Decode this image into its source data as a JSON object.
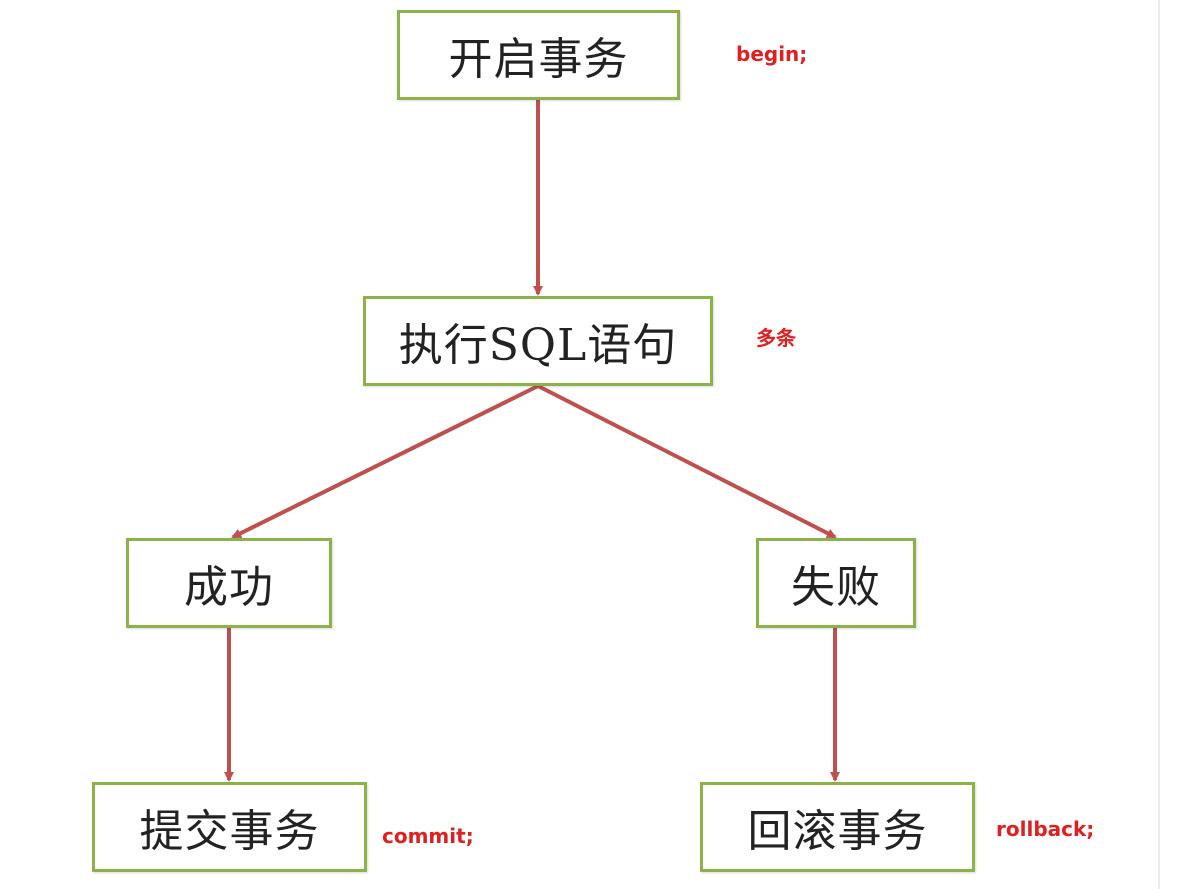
{
  "nodes": {
    "begin_transaction": "开启事务",
    "execute_sql": "执行SQL语句",
    "success": "成功",
    "failure": "失败",
    "commit_transaction": "提交事务",
    "rollback_transaction": "回滚事务"
  },
  "annotations": {
    "begin": "begin;",
    "execute": "多条",
    "commit": "commit;",
    "rollback": "rollback;"
  },
  "edges": [
    {
      "from": "begin_transaction",
      "to": "execute_sql"
    },
    {
      "from": "execute_sql",
      "to": "success"
    },
    {
      "from": "execute_sql",
      "to": "failure"
    },
    {
      "from": "success",
      "to": "commit_transaction"
    },
    {
      "from": "failure",
      "to": "rollback_transaction"
    }
  ],
  "colors": {
    "node_border": "#8cb34a",
    "arrow": "#c0504d",
    "annotation_text": "#e02020"
  }
}
